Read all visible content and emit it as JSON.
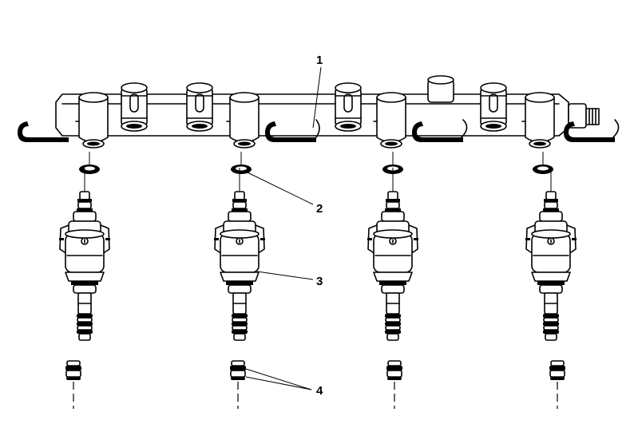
{
  "diagram": {
    "callouts": [
      {
        "id": "1",
        "label": "1"
      },
      {
        "id": "2",
        "label": "2"
      },
      {
        "id": "3",
        "label": "3"
      },
      {
        "id": "4",
        "label": "4"
      }
    ],
    "colors": {
      "line": "#000000",
      "background": "#ffffff",
      "shade": "#d0d0d0"
    }
  }
}
